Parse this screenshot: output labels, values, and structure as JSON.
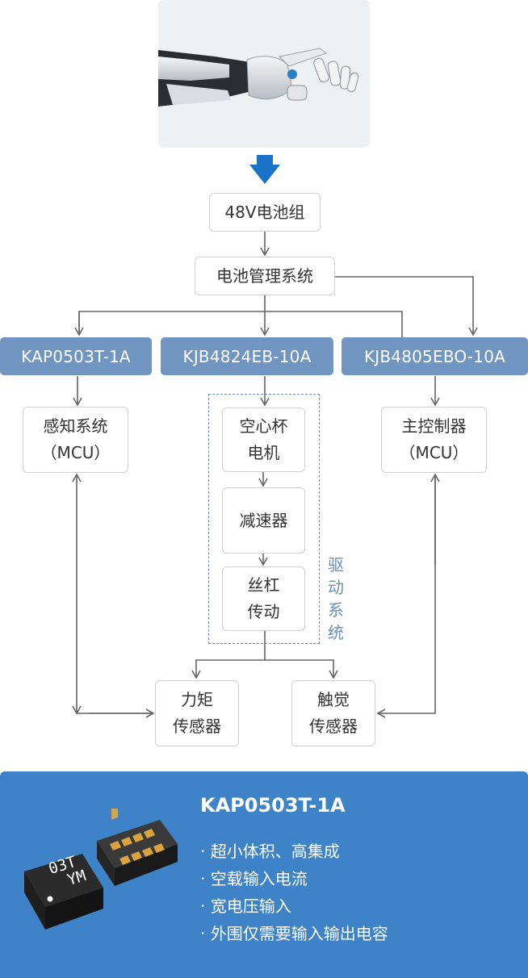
{
  "battery": "48V电池组",
  "bms": "电池管理系统",
  "chips": {
    "left": "KAP0503T-1A",
    "middle": "KJB4824EB-10A",
    "right": "KJB4805EBO-10A"
  },
  "sensing": "感知系统\n（MCU）",
  "controller": "主控制器\n（MCU）",
  "motor": "空心杯\n电机",
  "reducer": "减速器",
  "screw": "丝杠\n传动",
  "drive_label": "驱\n动\n系\n统",
  "torque_sensor": "力矩\n传感器",
  "touch_sensor": "触觉\n传感器",
  "product": {
    "title": "KAP0503T-1A",
    "marking_line1": "03T",
    "marking_line2": "YM",
    "features": [
      "超小体积、高集成",
      "空载输入电流",
      "宽电压输入",
      "外围仅需要输入输出电容"
    ]
  },
  "colors": {
    "chip_fill": "#6f95c0",
    "panel_fill": "#3e83c8",
    "arrow_blue": "#1a73c9",
    "dashed_border": "#6a8fbd"
  }
}
